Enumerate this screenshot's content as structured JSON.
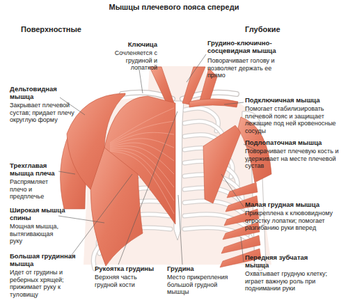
{
  "diagram": {
    "title": "Мышцы плечевого пояса спереди",
    "labels": [
      "Поверхностные",
      "Глубокие",
      "Ключица",
      "Сочленяется с грудиной и лопаткой",
      "Грудино-ключично-сосцевидная мышца",
      "Поворачивает голову и позволяет держать ее прямо",
      "Дельтовидная мышца",
      "Закрывает плечевой сустав; придает плечу округлую форму",
      "Подключичная мышца",
      "Помогает стабилизировать плечевой пояс и защищает лежащие под ней кровеносные сосуды",
      "Подлопаточная мышца",
      "Поворачивает плечевую кость и удерживает на месте плечевой сустав",
      "Трехглавая мышца плеча",
      "Распрямляет плечо и предплечье",
      "Широкая мышца спины",
      "Мощная мышца, вытягивающая руку",
      "Малая грудная мышца",
      "Прикреплена к клювовидному отростку лопатки; помогает разгибанию руки вперед",
      "Большая грудинная мышца",
      "Идет от грудины и реберных хрящей; прижимает руку к туловищу",
      "Рукоятка грудины",
      "Верхняя часть грудной кости",
      "Грудина",
      "Место прикрепления большой грудной мышцы",
      "Передняя зубчатая мышца",
      "Охватывает грудную клетку; играет важную роль при поднимании руки"
    ]
  }
}
